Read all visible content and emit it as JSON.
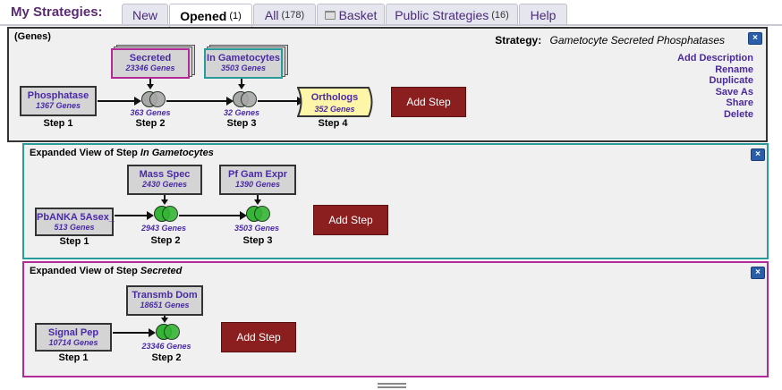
{
  "header": {
    "title": "My Strategies:",
    "tabs": [
      {
        "label": "New",
        "count": ""
      },
      {
        "label": "Opened",
        "count": "(1)"
      },
      {
        "label": "All",
        "count": "(178)"
      },
      {
        "label": "Basket",
        "count": ""
      },
      {
        "label": "Public Strategies",
        "count": "(16)"
      },
      {
        "label": "Help",
        "count": ""
      }
    ],
    "active_tab": "Opened"
  },
  "strategy": {
    "label": "(Genes)",
    "title_prefix": "Strategy:",
    "title": "Gametocyte Secreted Phosphatases",
    "close": "×",
    "actions": [
      "Add Description",
      "Rename",
      "Duplicate",
      "Save As",
      "Share",
      "Delete"
    ],
    "steps": [
      {
        "name": "Phosphatase",
        "count": "1367 Genes",
        "label": "Step 1"
      },
      {
        "name": "Secreted",
        "count": "23346 Genes",
        "result": "363 Genes",
        "label": "Step 2"
      },
      {
        "name": "In Gametocytes",
        "count": "3503 Genes",
        "result": "32 Genes",
        "label": "Step 3"
      },
      {
        "name": "Orthologs",
        "count": "352 Genes",
        "label": "Step 4"
      }
    ],
    "add_step": "Add Step"
  },
  "expanded_gametocytes": {
    "title_prefix": "Expanded View of Step",
    "title_step": "In Gametocytes",
    "close": "×",
    "steps": [
      {
        "name": "PbANKA 5Asex_",
        "count": "513 Genes",
        "label": "Step 1"
      },
      {
        "name": "Mass Spec",
        "count": "2430 Genes",
        "result": "2943 Genes",
        "label": "Step 2"
      },
      {
        "name": "Pf Gam Expr",
        "count": "1390 Genes",
        "result": "3503 Genes",
        "label": "Step 3"
      }
    ],
    "add_step": "Add Step"
  },
  "expanded_secreted": {
    "title_prefix": "Expanded View of Step",
    "title_step": "Secreted",
    "close": "×",
    "steps": [
      {
        "name": "Signal Pep",
        "count": "10714 Genes",
        "label": "Step 1"
      },
      {
        "name": "Transmb Dom",
        "count": "18651 Genes",
        "result": "23346 Genes",
        "label": "Step 2"
      }
    ],
    "add_step": "Add Step"
  },
  "colors": {
    "brand_purple": "#5a2a73",
    "link_purple": "#4a2aa8",
    "secreted_border": "#b02a9a",
    "gametocytes_border": "#2a9a9a",
    "add_step_bg": "#8b1f1f",
    "orthologs_fill": "#fdf5a8",
    "venn_gray": "#a8a8a8",
    "venn_green": "#35b535"
  },
  "icons": {
    "close": "close-icon",
    "basket": "basket-icon",
    "venn": "venn-intersect-icon"
  }
}
